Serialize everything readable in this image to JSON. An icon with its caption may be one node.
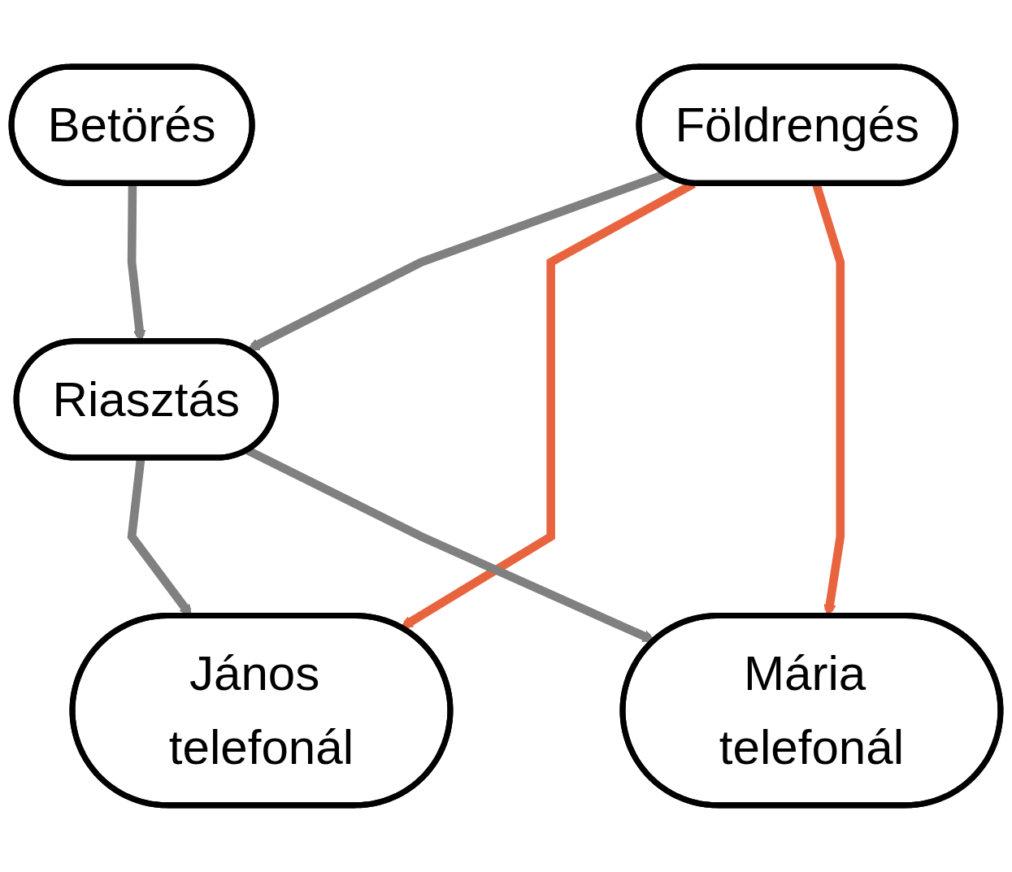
{
  "diagram": {
    "nodes": [
      {
        "text": [
          "Betörés"
        ]
      },
      {
        "text": [
          "Földrengés"
        ]
      },
      {
        "text": [
          "Riasztás"
        ]
      },
      {
        "text": [
          "János telefonál"
        ]
      },
      {
        "text": [
          "Mária telefonál"
        ]
      }
    ],
    "edges": [
      {
        "from": 0,
        "to": 2,
        "arrow": "to"
      },
      {
        "from": 1,
        "to": 2,
        "arrow": "to"
      },
      {
        "from": 1,
        "to": 3,
        "arrow": "to",
        "color": "#e8643f"
      },
      {
        "from": 1,
        "to": 4,
        "arrow": "to",
        "color": "#e8643f"
      },
      {
        "from": 2,
        "to": 3,
        "arrow": "to"
      },
      {
        "from": 2,
        "to": 4,
        "arrow": "to"
      }
    ]
  }
}
